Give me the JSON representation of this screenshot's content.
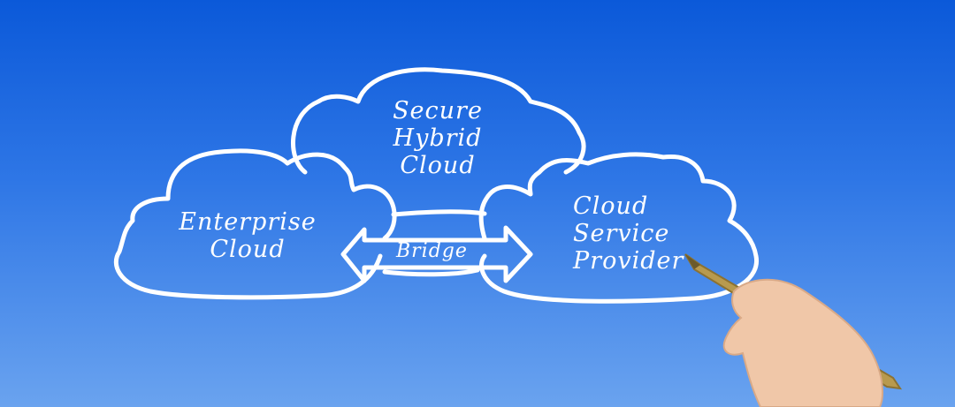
{
  "scene": {
    "background_top": "#0b59d9",
    "background_bottom": "#6aa3ef",
    "drawing_color": "#ffffff"
  },
  "clouds": {
    "secure_hybrid": {
      "lines": [
        "Secure",
        "Hybrid",
        "Cloud"
      ]
    },
    "enterprise": {
      "lines": [
        "Enterprise",
        "Cloud"
      ]
    },
    "service_provider": {
      "lines": [
        "Cloud",
        "Service",
        "Provider"
      ]
    }
  },
  "bridge": {
    "label": "Bridge"
  },
  "hand": {
    "pen_color": "#b89a4e",
    "skin_color": "#f0c7a8"
  }
}
